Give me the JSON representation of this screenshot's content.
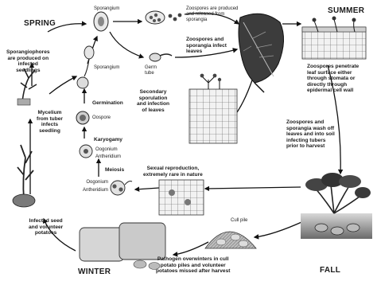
{
  "seasons": {
    "spring": "SPRING",
    "summer": "SUMMER",
    "fall": "FALL",
    "winter": "WINTER"
  },
  "labels": {
    "sporangium_top": "Sporangium",
    "zoospores_released": "Zoospores are produced\nand released from\nsporangia",
    "zoospores_infect_leaves": "Zoospores and\nsporangia infect\nleaves",
    "germ_tube": "Germ\ntube",
    "sporangium_mid": "Sporangium",
    "sporangiophores": "Sporangiophores\nare produced on\ninfected\nseedlings",
    "germination": "Germination",
    "oospore": "Oospore",
    "karyogamy": "Karyogamy",
    "oogonium_1": "Oogonium",
    "antheridium_1": "Antheridium",
    "meiosis": "Meiosis",
    "oogonium_2": "Oogonium",
    "antheridium_2": "Antheridium",
    "secondary_sporulation": "Secondary\nsporulation\nand infection\nof leaves",
    "zoospores_penetrate": "Zoospores penetrate\nleaf surface either\nthrough stomata or\ndirectly through\nepidermal cell wall",
    "mycelium": "Mycelium\nfrom tuber\ninfects\nseedling",
    "sexual_reproduction": "Sexual reproduction,\nextremely rare in nature",
    "zoospores_wash": "Zoospores and\nsporangia wash off\nleaves and into soil\ninfecting tubers\nprior to harvest",
    "cull_pile": "Cull pile",
    "infected_seed": "Infected seed\nand volunteer\npotatoes",
    "pathogen_overwinters": "Pathogen overwinters in cull\npotato piles and volunteer\npotatoes missed after harvest"
  }
}
